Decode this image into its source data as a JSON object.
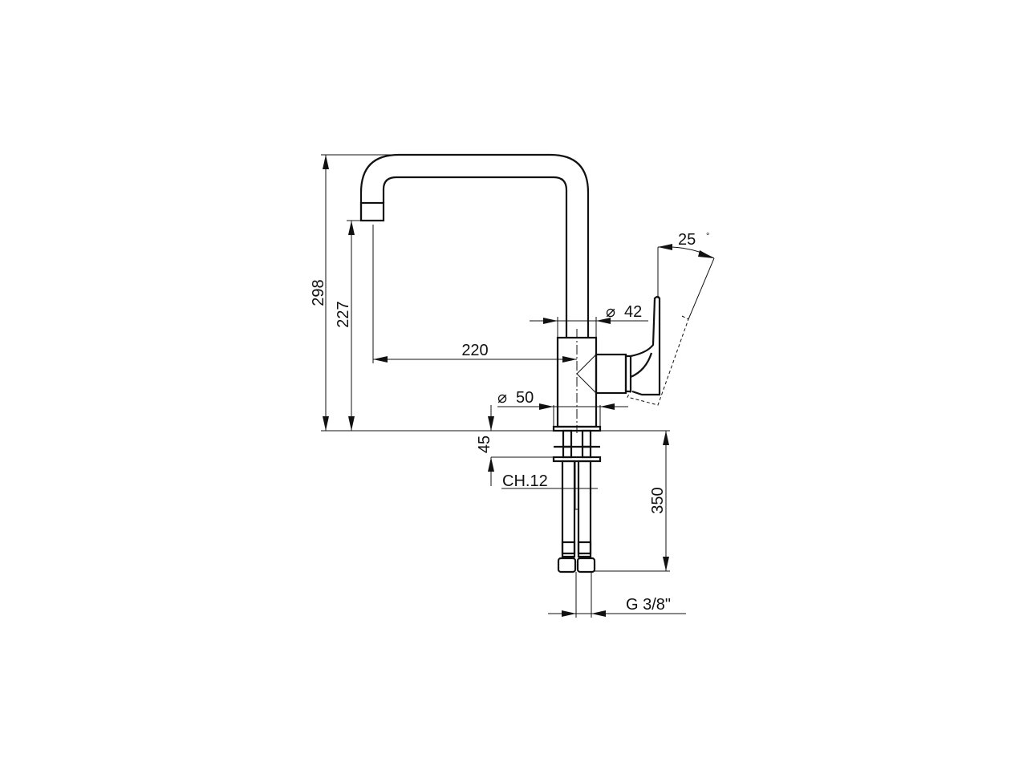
{
  "drawing": {
    "dimensions": {
      "total_height": "298",
      "spout_height": "227",
      "spout_reach": "220",
      "column_diameter": "42",
      "base_diameter": "50",
      "base_to_nut": "45",
      "wrench_size": "CH.12",
      "hose_length": "350",
      "connection_thread": "G 3/8\"",
      "handle_angle": "25",
      "degree_symbol": "°",
      "diameter_symbol": "⌀"
    },
    "colors": {
      "line": "#111111",
      "background": "#ffffff"
    }
  }
}
